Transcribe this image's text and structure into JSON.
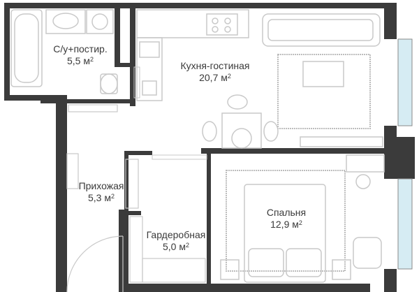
{
  "rooms": {
    "bathroom": {
      "name": "С/у+постир.",
      "area": "5,5 м",
      "unit_sup": "2"
    },
    "kitchen_living": {
      "name": "Кухня-гостиная",
      "area": "20,7 м",
      "unit_sup": "2"
    },
    "hallway": {
      "name": "Прихожая",
      "area": "5,3 м",
      "unit_sup": "2"
    },
    "bedroom": {
      "name": "Спальня",
      "area": "12,9 м",
      "unit_sup": "2"
    },
    "wardrobe": {
      "name": "Гардеробная",
      "area": "5,0 м",
      "unit_sup": "2"
    }
  },
  "colors": {
    "wall": "#3b3b3b",
    "wall_light": "#8a8a8a",
    "furniture": "#c9c9c9",
    "window_glass": "#d6ecf3",
    "rug": "#bdbdbd"
  }
}
